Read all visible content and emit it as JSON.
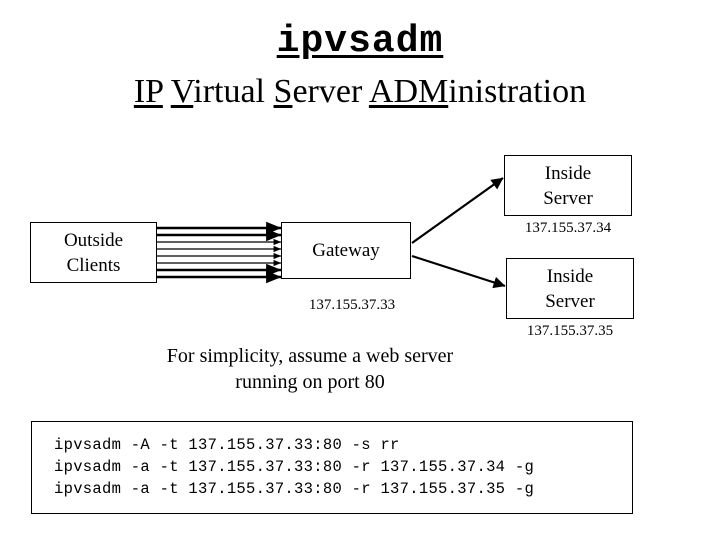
{
  "slide": {
    "title_mono": "ipvsadm",
    "subtitle_parts": [
      {
        "text": "IP",
        "underline": true
      },
      {
        "text": " ",
        "underline": false
      },
      {
        "text": "V",
        "underline": true
      },
      {
        "text": "irtual ",
        "underline": false
      },
      {
        "text": "S",
        "underline": true
      },
      {
        "text": "erver ",
        "underline": false
      },
      {
        "text": "ADM",
        "underline": true
      },
      {
        "text": "inistration",
        "underline": false
      }
    ],
    "subtitle_plain": "IP Virtual Server ADMinistration"
  },
  "diagram": {
    "outside_clients": {
      "line1": "Outside",
      "line2": "Clients"
    },
    "gateway": {
      "label": "Gateway",
      "ip": "137.155.37.33"
    },
    "inside_server_1": {
      "line1": "Inside",
      "line2": "Server",
      "ip": "137.155.37.34"
    },
    "inside_server_2": {
      "line1": "Inside",
      "line2": "Server",
      "ip": "137.155.37.35"
    },
    "client_link_count": 8
  },
  "caption": {
    "line1": "For simplicity, assume a web server",
    "line2": "running on port 80"
  },
  "code": {
    "lines": [
      "ipvsadm -A -t 137.155.37.33:80 -s rr",
      "ipvsadm -a -t 137.155.37.33:80 -r 137.155.37.34 -g",
      "ipvsadm -a -t 137.155.37.33:80 -r 137.155.37.35 -g"
    ]
  },
  "colors": {
    "background": "#ffffff",
    "ink": "#000000",
    "border": "#000000"
  }
}
